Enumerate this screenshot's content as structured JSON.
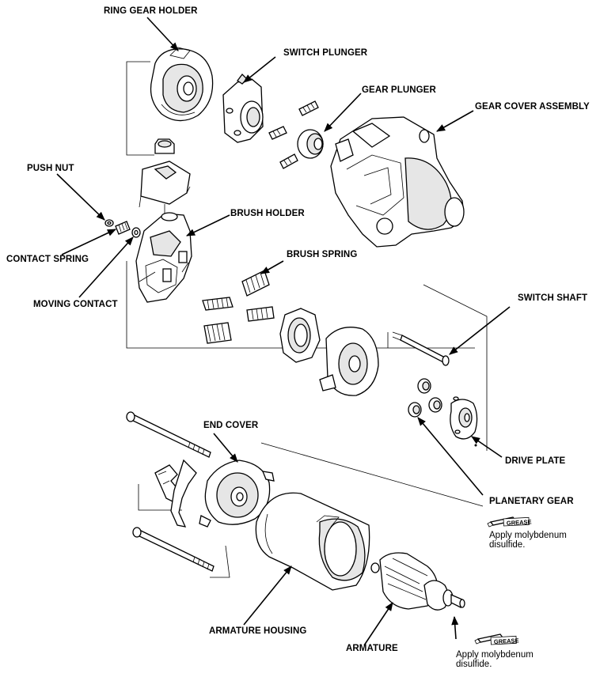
{
  "labels": {
    "ring_gear_holder": "RING GEAR HOLDER",
    "switch_plunger": "SWITCH PLUNGER",
    "gear_plunger": "GEAR PLUNGER",
    "gear_cover_assembly": "GEAR COVER ASSEMBLY",
    "push_nut": "PUSH NUT",
    "brush_holder": "BRUSH HOLDER",
    "contact_spring": "CONTACT SPRING",
    "brush_spring": "BRUSH SPRING",
    "moving_contact": "MOVING CONTACT",
    "switch_shaft": "SWITCH SHAFT",
    "end_cover": "END COVER",
    "drive_plate": "DRIVE PLATE",
    "planetary_gear": "PLANETARY GEAR",
    "armature_housing": "ARMATURE HOUSING",
    "armature": "ARMATURE"
  },
  "notes": {
    "grease_tag": "GREASE",
    "planetary_line1": "Apply molybdenum",
    "planetary_line2": "disulfide.",
    "armature_line1": "Apply molybdenum",
    "armature_line2": "disulfide."
  }
}
